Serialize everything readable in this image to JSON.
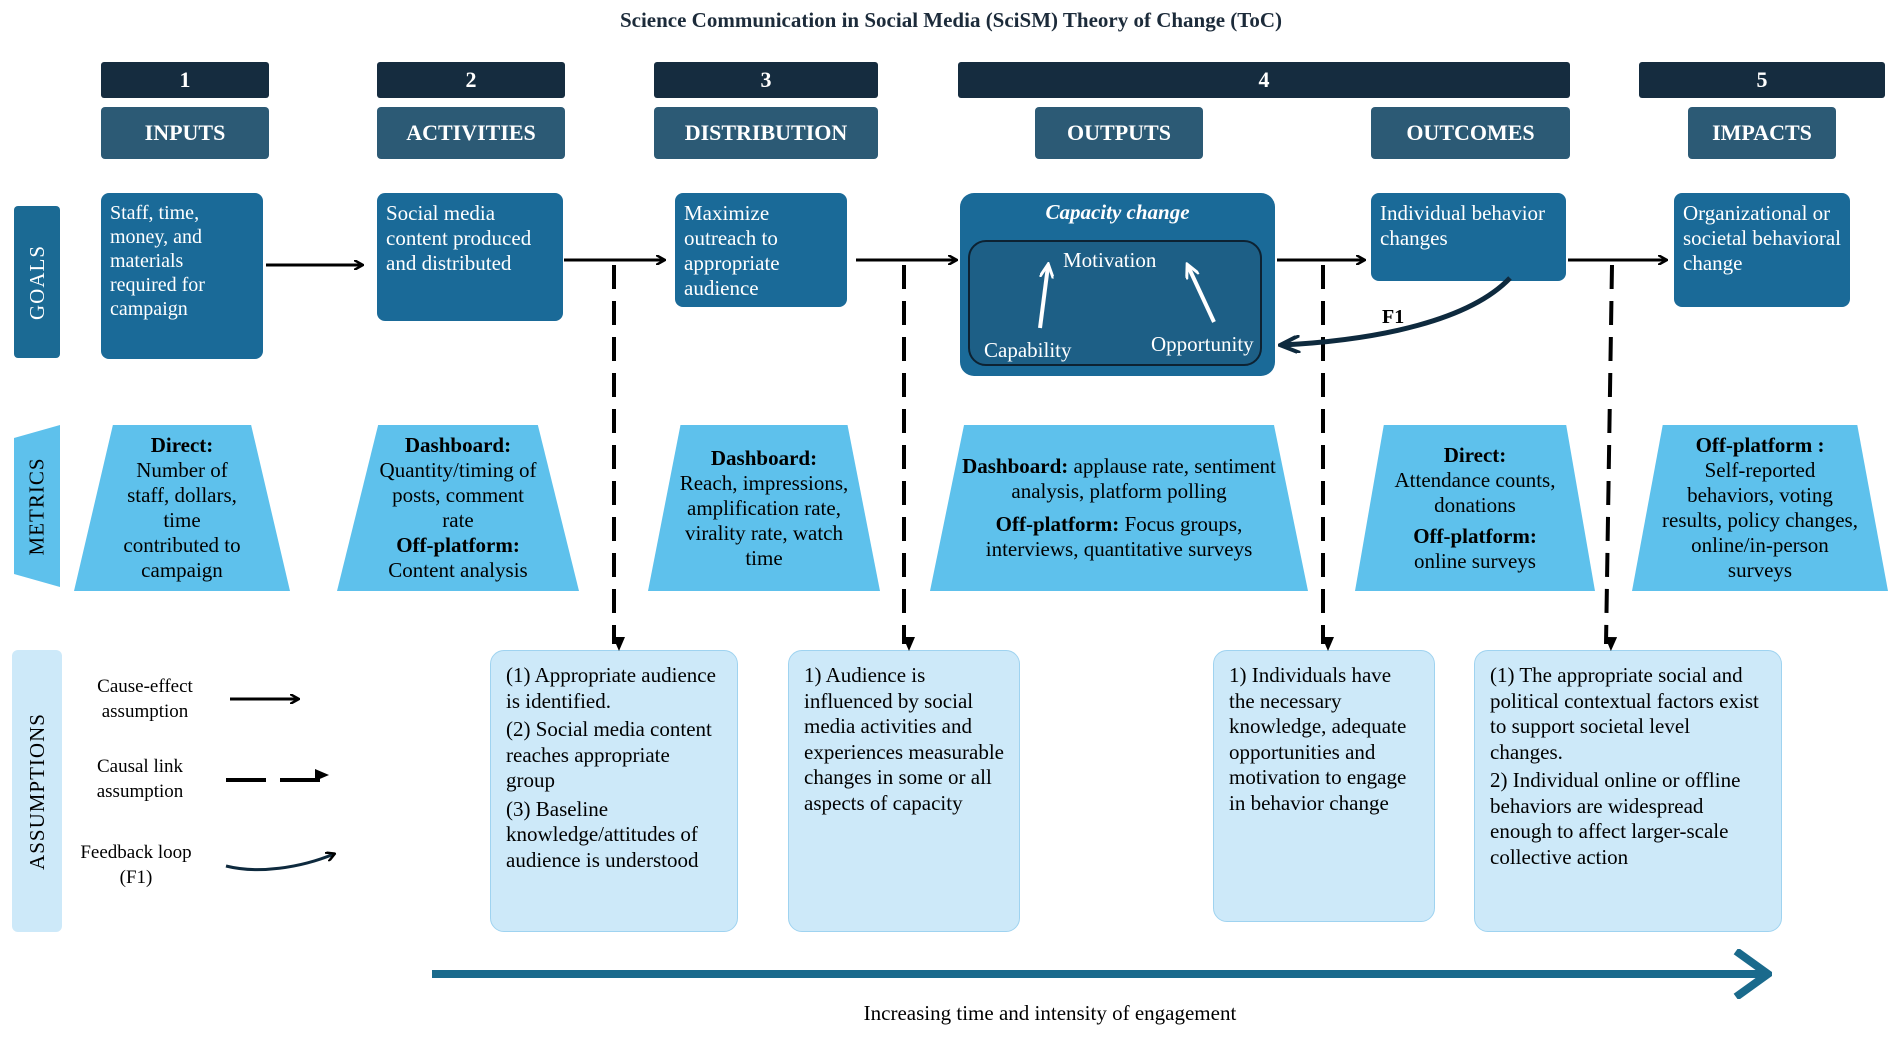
{
  "title": "Science Communication in Social Media (SciSM) Theory of Change (ToC)",
  "stage_numbers": [
    "1",
    "2",
    "3",
    "4",
    "5"
  ],
  "headers": [
    "INPUTS",
    "ACTIVITIES",
    "DISTRIBUTION",
    "OUTPUTS",
    "OUTCOMES",
    "IMPACTS"
  ],
  "row_labels": {
    "goals": "GOALS",
    "metrics": "METRICS",
    "assumptions": "ASSUMPTIONS"
  },
  "goals": {
    "inputs": "Staff, time, money, and materials required for campaign",
    "activities": "Social media content produced and distributed",
    "distribution": "Maximize outreach to appropriate audience",
    "outputs": {
      "title": "Capacity change",
      "motivation": "Motivation",
      "capability": "Capability",
      "opportunity": "Opportunity"
    },
    "outcomes": "Individual behavior changes",
    "impacts": "Organizational or societal behavioral change",
    "feedback_label": "F1"
  },
  "metrics": {
    "inputs": {
      "h1": "Direct:",
      "t1": "Number of staff, dollars, time contributed to campaign"
    },
    "activities": {
      "h1": "Dashboard:",
      "t1": "Quantity/timing of posts, comment rate",
      "h2": "Off-platform:",
      "t2": "Content analysis"
    },
    "distribution": {
      "h1": "Dashboard:",
      "t1": "Reach, impressions, amplification rate, virality rate, watch time"
    },
    "outputs": {
      "h1": "Dashboard:",
      "t1": " applause rate, sentiment analysis, platform polling",
      "h2": "Off-platform:",
      "t2": " Focus groups, interviews, quantitative surveys"
    },
    "outcomes": {
      "h1": "Direct:",
      "t1": "Attendance counts, donations",
      "h2": "Off-platform:",
      "t2": "online surveys"
    },
    "impacts": {
      "h1": "Off-platform :",
      "t1": "Self-reported behaviors, voting results, policy changes, online/in-person surveys"
    }
  },
  "legend": {
    "cause_effect": "Cause-effect assumption",
    "causal_link": "Causal link assumption",
    "feedback": "Feedback loop (F1)"
  },
  "assumptions": {
    "a1": [
      "(1) Appropriate audience is identified.",
      "(2) Social media content reaches appropriate group",
      "(3) Baseline knowledge/attitudes of audience is understood"
    ],
    "a2": [
      "1) Audience is influenced by social media activities and experiences measurable changes in some or all aspects of capacity"
    ],
    "a3": [
      "1) Individuals have the necessary knowledge, adequate opportunities and motivation to engage in behavior change"
    ],
    "a4": [
      "(1) The appropriate social and political contextual factors exist to support societal level changes.",
      "2) Individual online or offline behaviors are widespread enough to affect larger-scale collective action"
    ]
  },
  "footer": "Increasing time and intensity of  engagement",
  "colors": {
    "dark_navy": "#152c3f",
    "header_blue": "#2c5a75",
    "goal_blue": "#1a6a98",
    "metric_blue": "#5ec1ec",
    "assumption_bg": "#cde9f9",
    "arrow_teal": "#1a6a8c"
  }
}
